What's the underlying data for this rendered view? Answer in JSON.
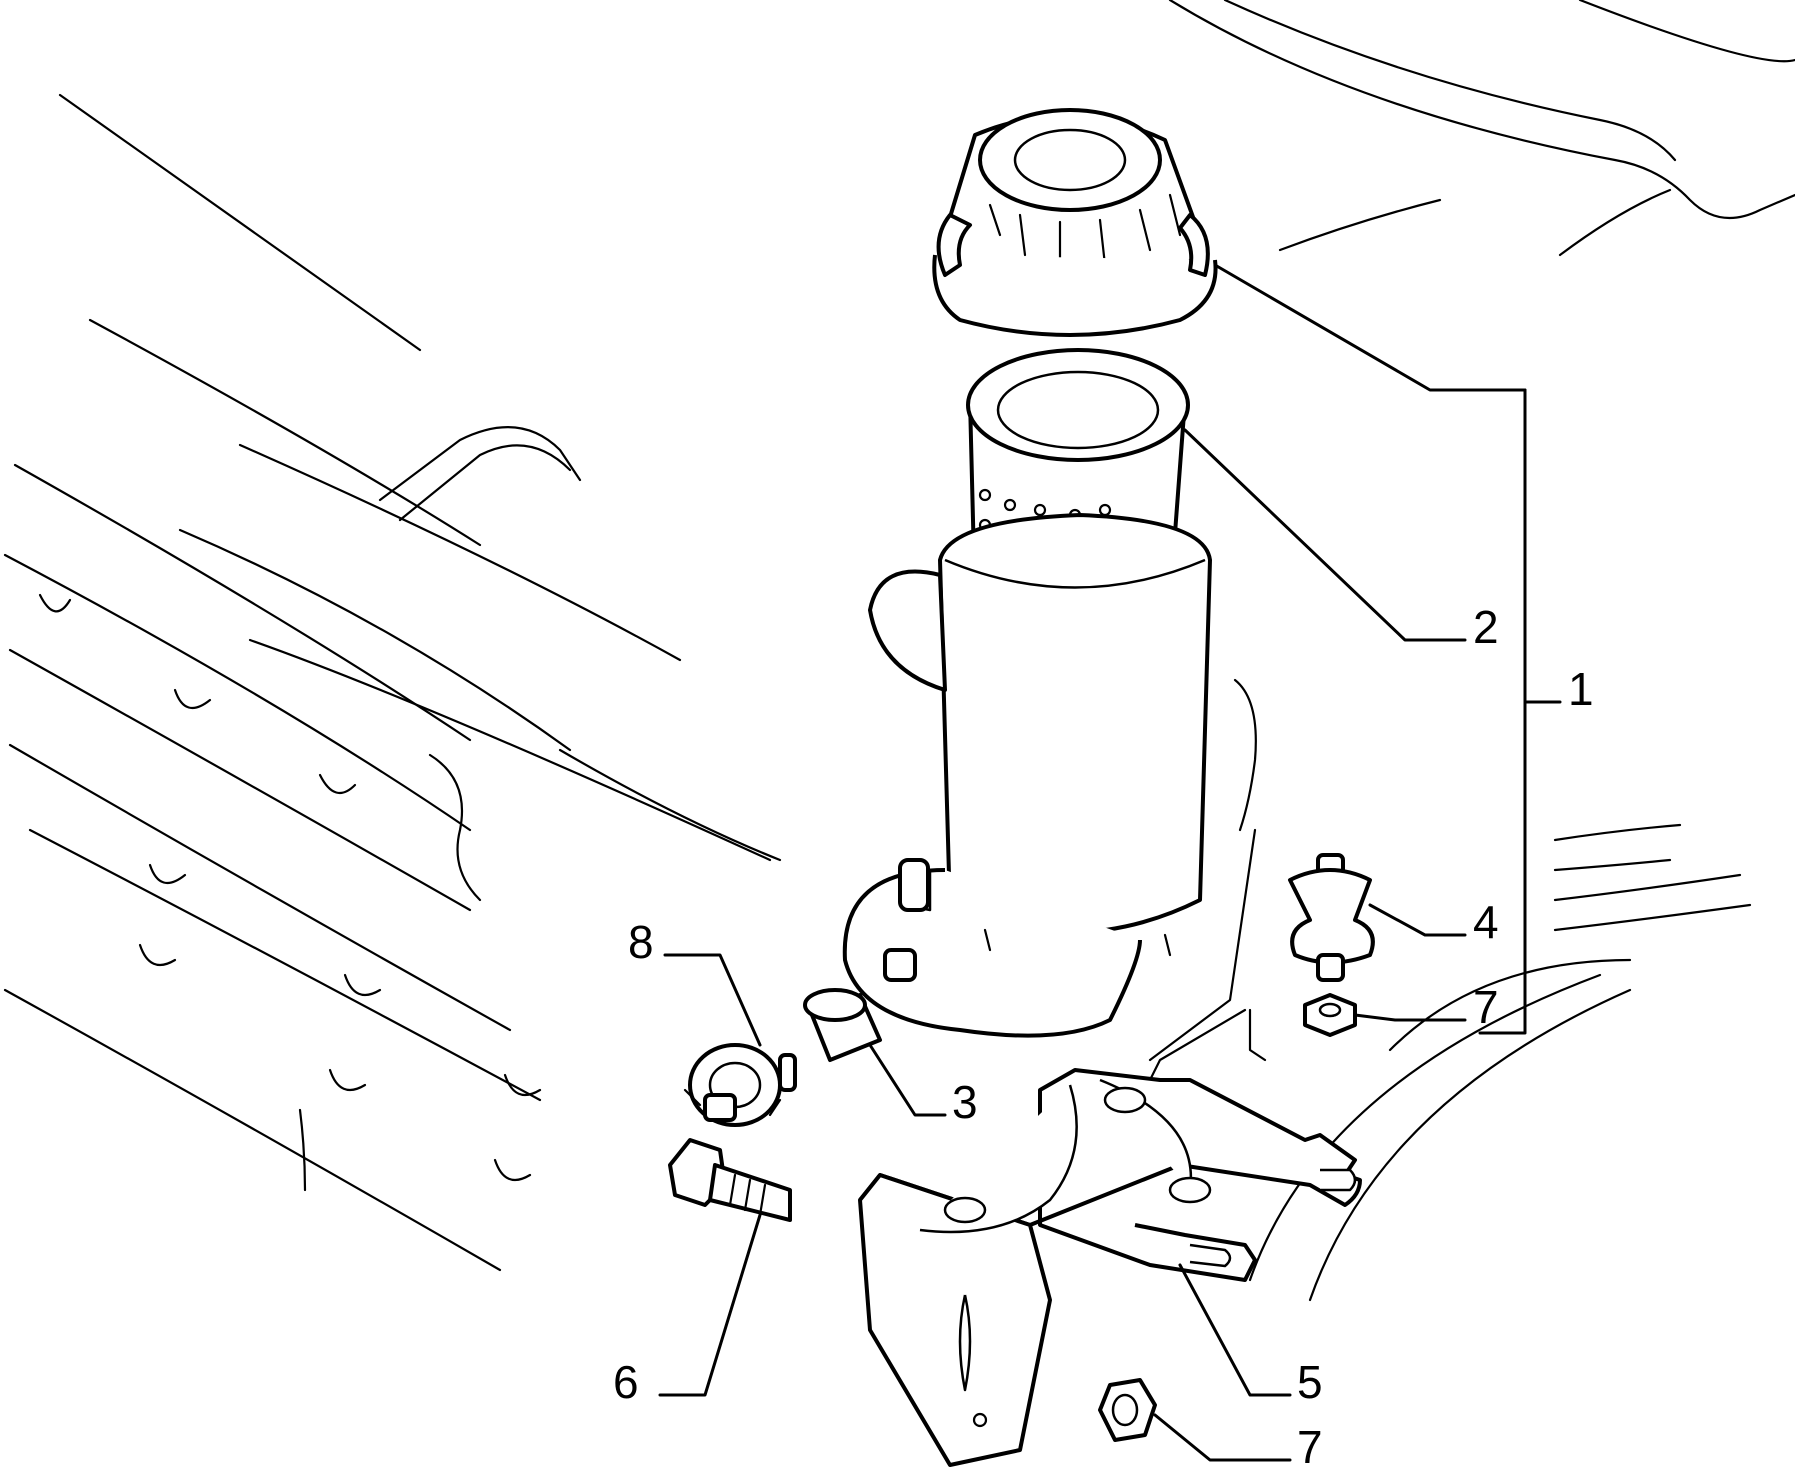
{
  "callouts": [
    {
      "id": "1",
      "label": "1"
    },
    {
      "id": "2",
      "label": "2"
    },
    {
      "id": "3",
      "label": "3"
    },
    {
      "id": "4",
      "label": "4"
    },
    {
      "id": "5",
      "label": "5"
    },
    {
      "id": "6",
      "label": "6"
    },
    {
      "id": "7a",
      "label": "7"
    },
    {
      "id": "7b",
      "label": "7"
    },
    {
      "id": "8",
      "label": "8"
    }
  ],
  "colors": {
    "line": "#000000",
    "background": "#ffffff"
  }
}
